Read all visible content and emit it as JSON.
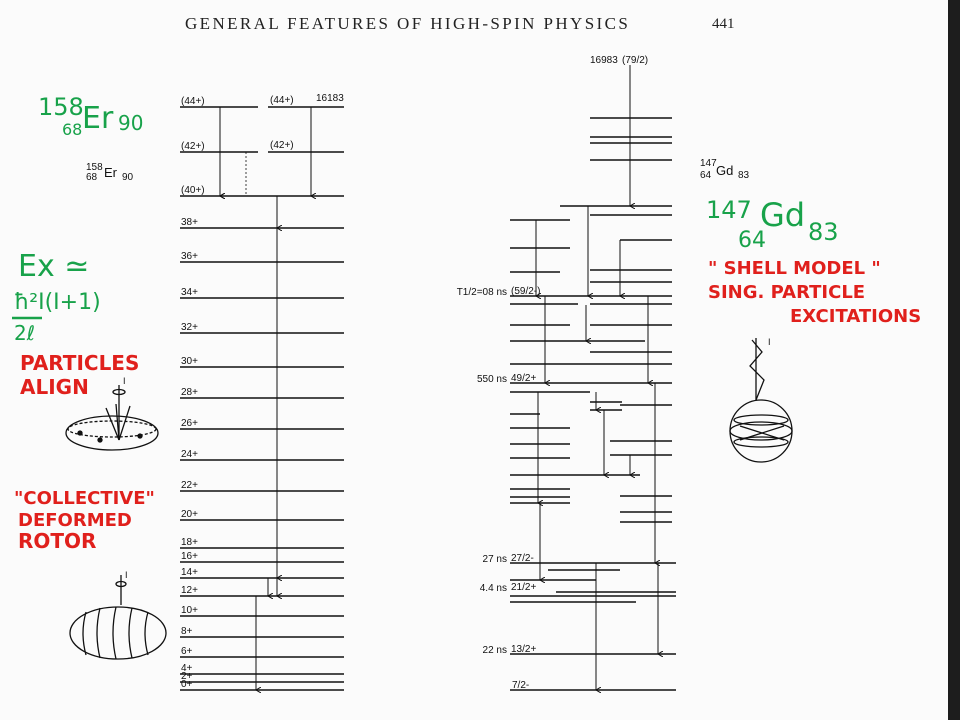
{
  "page": {
    "header": "GENERAL FEATURES OF HIGH-SPIN PHYSICS",
    "page_number": "441"
  },
  "er158": {
    "nuclide": {
      "mass": "158",
      "z": "68",
      "symbol": "Er",
      "n": "90"
    },
    "levels": [
      "(44+)",
      "(42+)",
      "(40+)",
      "38+",
      "36+",
      "34+",
      "32+",
      "30+",
      "28+",
      "26+",
      "24+",
      "22+",
      "20+",
      "18+",
      "16+",
      "14+",
      "12+",
      "10+",
      "8+",
      "6+",
      "4+",
      "2+",
      "0+"
    ],
    "side_band": {
      "levels": [
        "(44+)",
        "(42+)"
      ],
      "energy": "16183"
    }
  },
  "gd147": {
    "nuclide": {
      "mass": "147",
      "z": "64",
      "symbol": "Gd",
      "n": "83"
    },
    "top_energy": "16983",
    "top_spin": "(79/2)",
    "isomers": [
      {
        "halflife": "T1/2=08 ns",
        "spin": "(59/2-)"
      },
      {
        "halflife": "550 ns",
        "spin": "49/2+"
      },
      {
        "halflife": "27 ns",
        "spin": "27/2-"
      },
      {
        "halflife": "4.4 ns",
        "spin": "21/2+"
      },
      {
        "halflife": "22 ns",
        "spin": "13/2+"
      }
    ],
    "ground_spin": "7/2-"
  },
  "annotations": {
    "er_green": {
      "mass": "158",
      "z": "68",
      "symbol": "Er",
      "n": "90"
    },
    "formula": {
      "lhs": "Ex ≃",
      "numerator": "ħ²I(I+1)",
      "denominator": "2ℓ"
    },
    "particles_align": [
      "PARTICLES",
      "ALIGN"
    ],
    "collective": [
      "\"COLLECTIVE\"",
      "DEFORMED",
      "ROTOR"
    ],
    "gd_green": {
      "mass": "147",
      "symbol": "Gd",
      "z": "64",
      "n": "83"
    },
    "shell_model": [
      "\" SHELL MODEL \"",
      "SING. PARTICLE",
      "EXCITATIONS"
    ],
    "axis_label": "I"
  },
  "colors": {
    "green_ink": "#18a24a",
    "red_ink": "#e0201c",
    "print": "#111111"
  }
}
